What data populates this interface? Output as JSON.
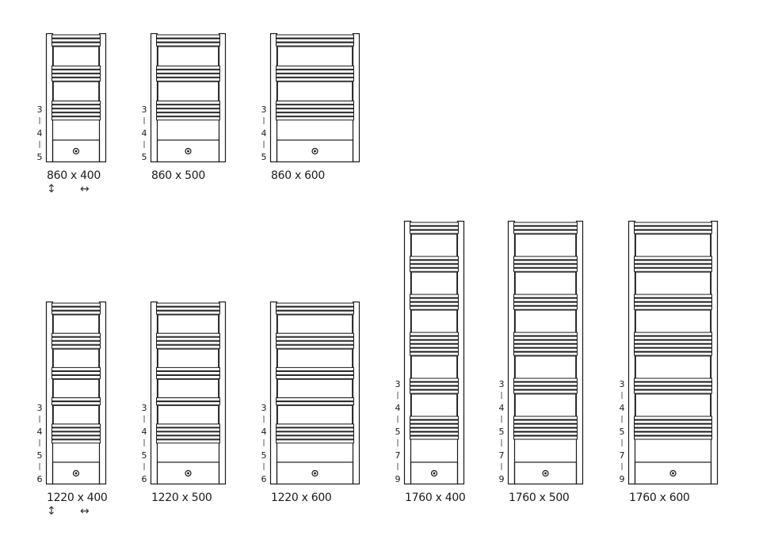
{
  "radiators": [
    {
      "height_mm": 860,
      "width_mm": 400,
      "label": "860 x 400",
      "power_steps": [
        "3",
        "4",
        "5"
      ],
      "show_arrows": true
    },
    {
      "height_mm": 860,
      "width_mm": 500,
      "label": "860 x 500",
      "power_steps": [
        "3",
        "4",
        "5"
      ]
    },
    {
      "height_mm": 860,
      "width_mm": 600,
      "label": "860 x 600",
      "power_steps": [
        "3",
        "4",
        "5"
      ]
    },
    {
      "height_mm": 1220,
      "width_mm": 400,
      "label": "1220 x 400",
      "power_steps": [
        "3",
        "4",
        "5",
        "6"
      ],
      "show_arrows": true
    },
    {
      "height_mm": 1220,
      "width_mm": 500,
      "label": "1220 x 500",
      "power_steps": [
        "3",
        "4",
        "5",
        "6"
      ]
    },
    {
      "height_mm": 1220,
      "width_mm": 600,
      "label": "1220 x 600",
      "power_steps": [
        "3",
        "4",
        "5",
        "6"
      ]
    },
    {
      "height_mm": 1760,
      "width_mm": 400,
      "label": "1760 x 400",
      "power_steps": [
        "3",
        "4",
        "5",
        "7",
        "9"
      ]
    },
    {
      "height_mm": 1760,
      "width_mm": 500,
      "label": "1760 x 500",
      "power_steps": [
        "3",
        "4",
        "5",
        "7",
        "9"
      ]
    },
    {
      "height_mm": 1760,
      "width_mm": 600,
      "label": "1760 x 600",
      "power_steps": [
        "3",
        "4",
        "5",
        "7",
        "9"
      ]
    }
  ],
  "step_separator": "|",
  "arrows": {
    "height": "↕",
    "width": "↔"
  },
  "colors": {
    "line": "#1a1a1a"
  }
}
